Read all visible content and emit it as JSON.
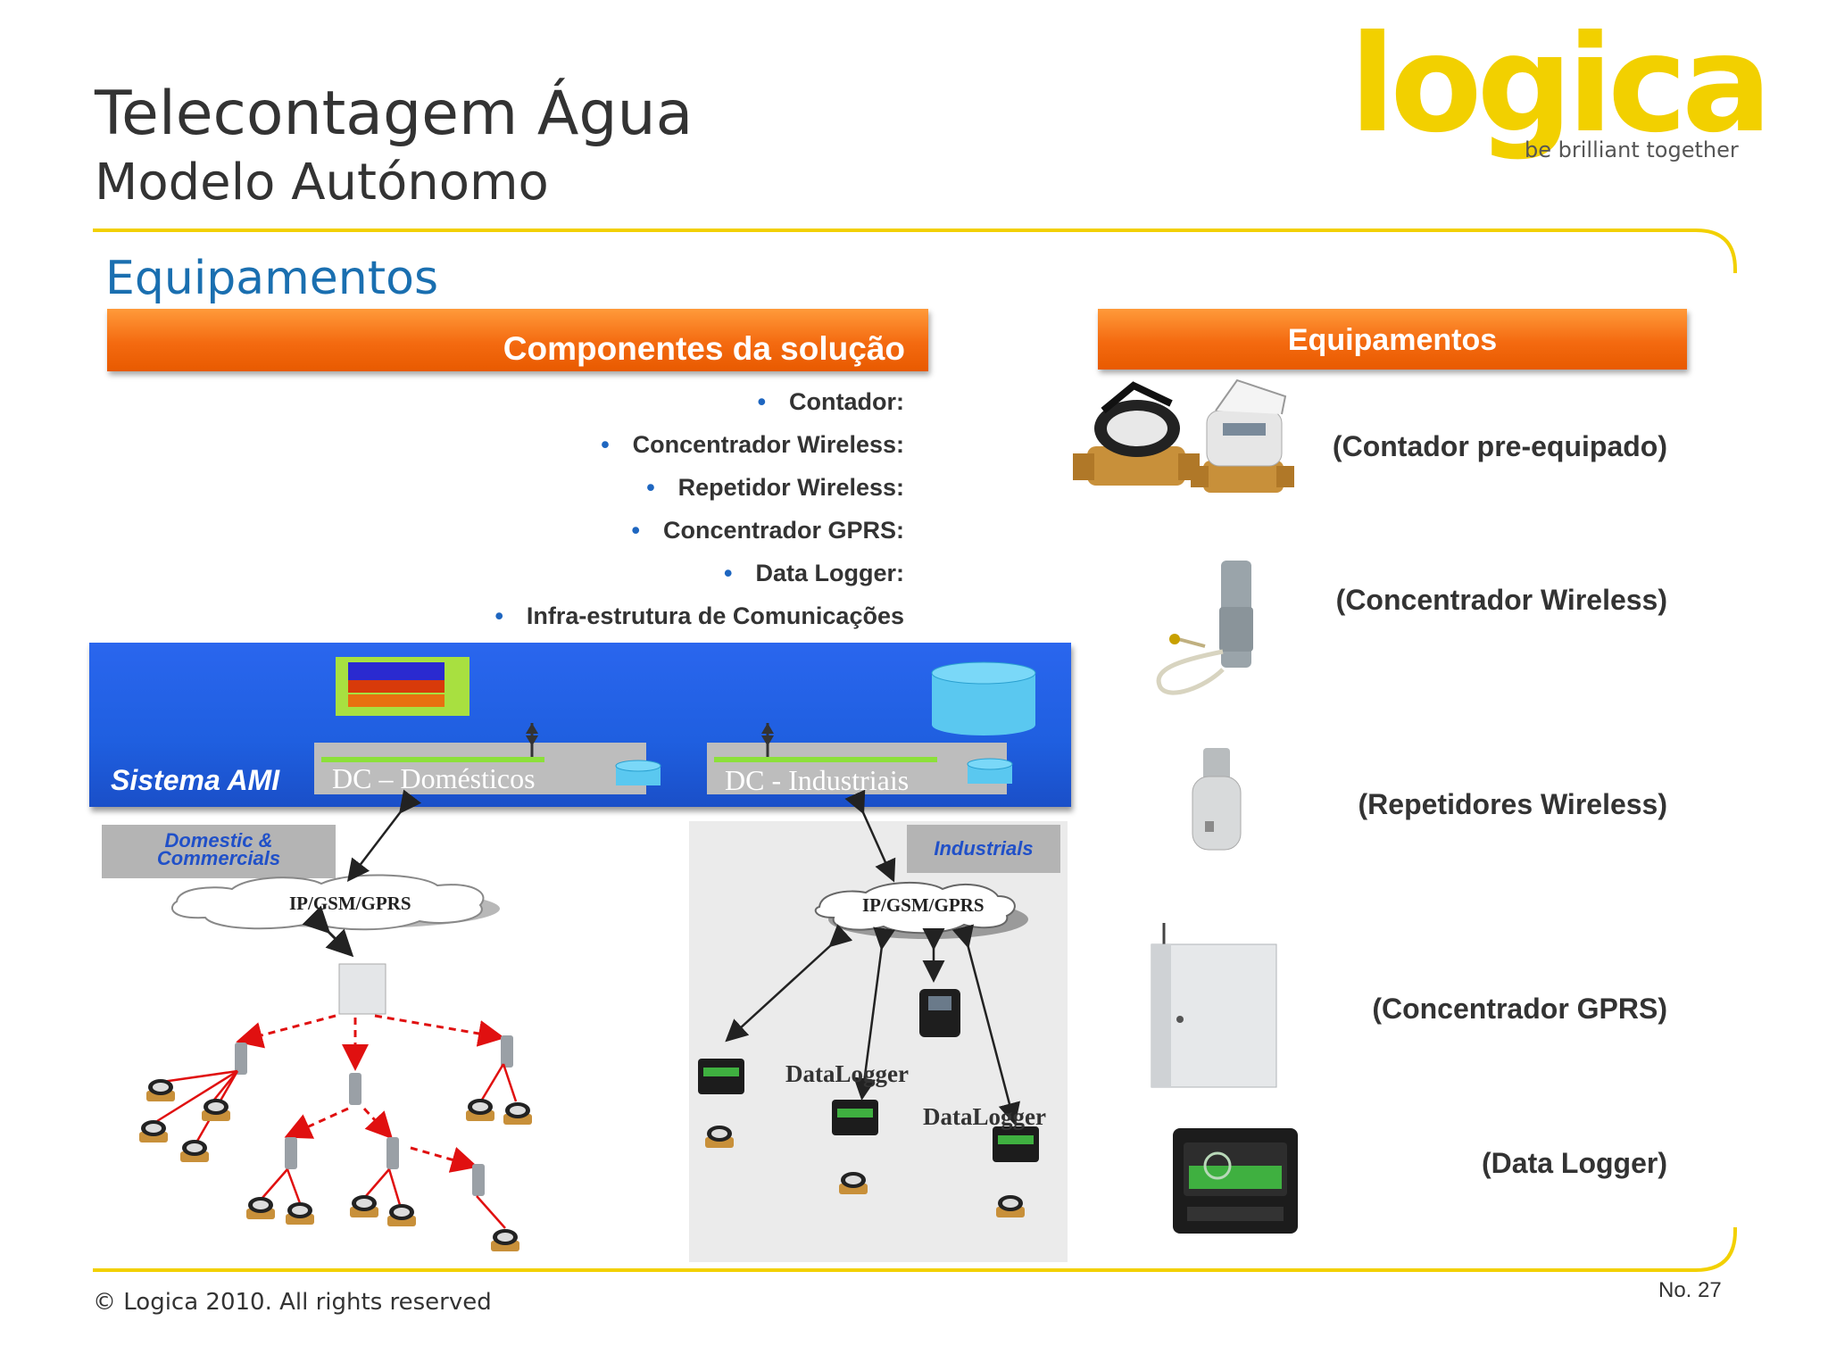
{
  "header": {
    "title": "Telecontagem Água",
    "subtitle": "Modelo Autónomo",
    "logo": {
      "word": "logica",
      "tagline": "be brilliant together"
    }
  },
  "section_title": "Equipamentos",
  "left_panel": {
    "header": "Componentes da solução",
    "bullets": [
      "Contador:",
      "Concentrador Wireless:",
      "Repetidor Wireless:",
      "Concentrador GPRS:",
      "Data Logger:",
      "Infra-estrutura de Comunicações"
    ]
  },
  "right_panel": {
    "header": "Equipamentos",
    "items": [
      "(Contador pre-equipado)",
      "(Concentrador Wireless)",
      "(Repetidores Wireless)",
      "(Concentrador GPRS)",
      "(Data Logger)"
    ]
  },
  "diagram": {
    "system_label": "Sistema AMI",
    "dc_domestic": "DC – Domésticos",
    "dc_industrial": "DC - Industriais",
    "domestic_label_1": "Domestic &",
    "domestic_label_2": "Commercials",
    "industrial_label": "Industrials",
    "cloud_label": "IP/GSM/GPRS",
    "datalogger_label": "DataLogger"
  },
  "footer": {
    "copyright": "© Logica 2010. All rights reserved",
    "page_number": "No. 27"
  },
  "colors": {
    "accent_orange": "#f46a10",
    "logo_yellow": "#f2d000",
    "ami_blue": "#1f5fe0",
    "link_red": "#e01010"
  }
}
